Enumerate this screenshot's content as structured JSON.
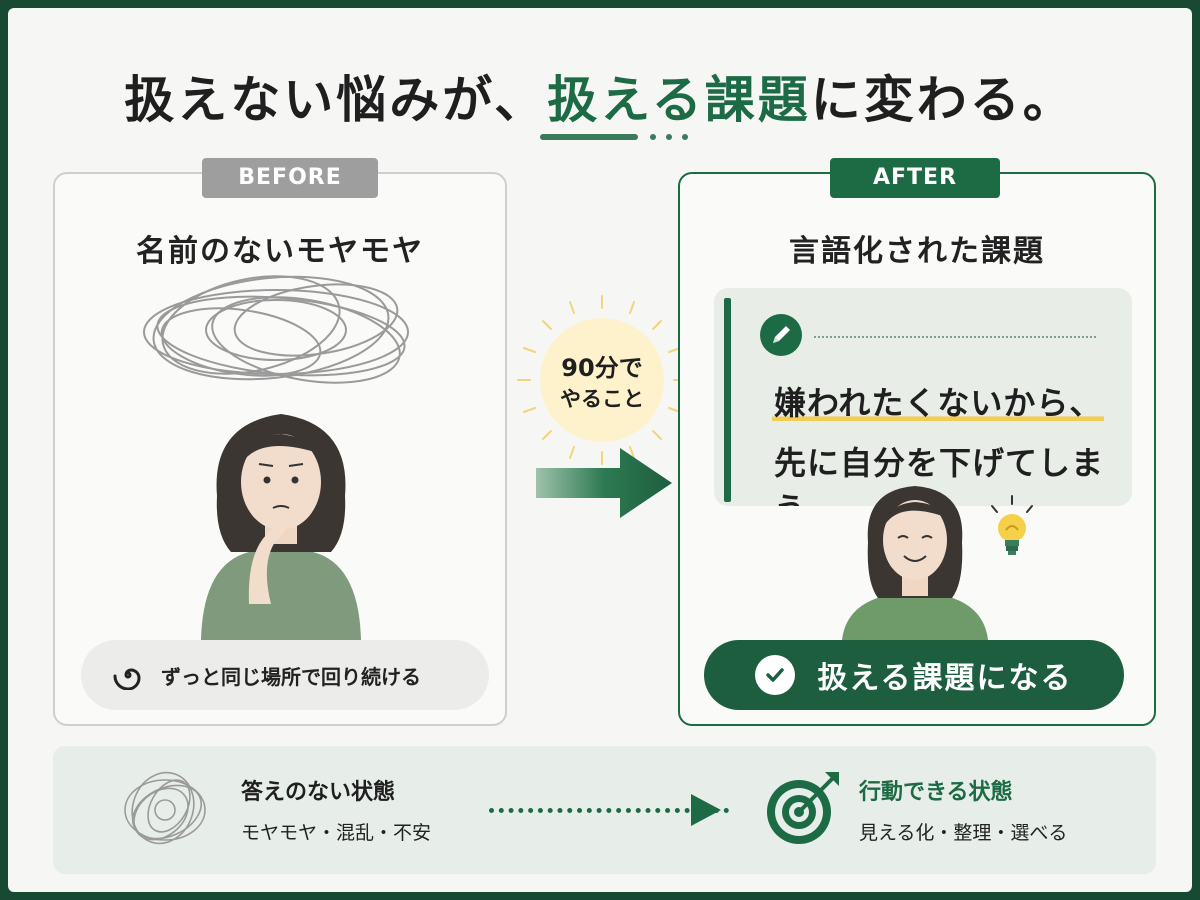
{
  "title": {
    "part1": "扱えない悩みが、",
    "accent": "扱える課題",
    "part2": "に変わる。"
  },
  "before": {
    "tag": "BEFORE",
    "heading": "名前のないモヤモヤ",
    "pill_text": "ずっと同じ場所で回り続ける"
  },
  "center": {
    "badge_line1": "90分で",
    "badge_line2": "やること"
  },
  "after": {
    "tag": "AFTER",
    "heading": "言語化された課題",
    "note_line1": "嫌われたくないから、",
    "note_line2": "先に自分を下げてしまう",
    "button_text": "扱える課題になる"
  },
  "bottom": {
    "left_title": "答えのない状態",
    "left_sub": "モヤモヤ・混乱・不安",
    "right_title": "行動できる状態",
    "right_sub": "見える化・整理・選べる"
  },
  "colors": {
    "brand_green": "#1d6b44",
    "before_gray": "#9e9e9e",
    "highlight_yellow": "#f5cc52",
    "badge_cream": "#fdf2cc"
  },
  "icons": [
    "scribble-cloud-icon",
    "spiral-icon",
    "pencil-icon",
    "light-bulb-icon",
    "check-icon",
    "arrow-right-icon",
    "target-icon",
    "tangle-icon"
  ]
}
